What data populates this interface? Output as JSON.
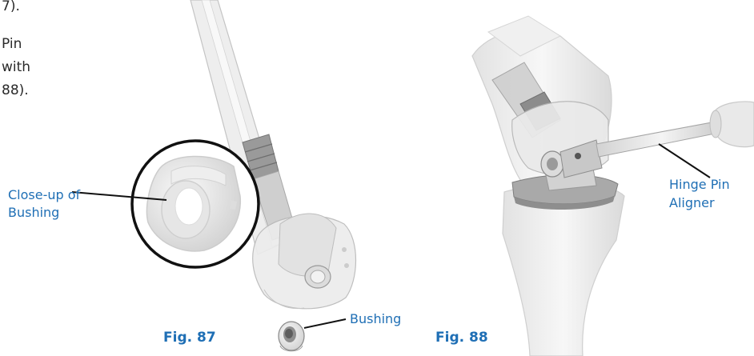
{
  "body_text_fragments": [
    "7).",
    "Pin",
    "with",
    "88)."
  ],
  "figure_87": {
    "caption": "Fig. 87",
    "closeup_label": [
      "Close-up of",
      "Bushing"
    ],
    "part_label": "Bushing"
  },
  "figure_88": {
    "caption": "Fig. 88",
    "aligner_label": [
      "Hinge Pin",
      "Aligner"
    ]
  },
  "colors": {
    "label_blue": "#1f6fb5",
    "body_text": "#2a2a2a",
    "leader_line": "#111111"
  }
}
